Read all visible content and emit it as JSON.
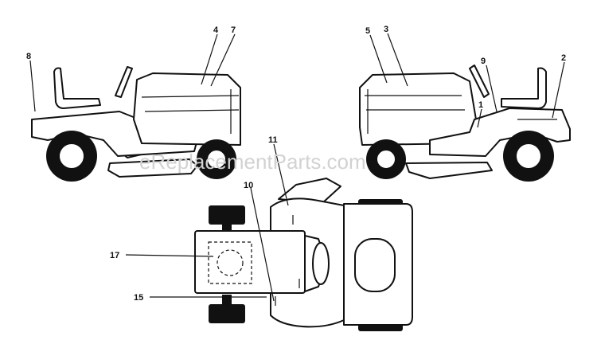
{
  "watermark": "eReplacementParts.com",
  "callouts": [
    {
      "id": "c8",
      "text": "8"
    },
    {
      "id": "c4",
      "text": "4"
    },
    {
      "id": "c7",
      "text": "7"
    },
    {
      "id": "c5",
      "text": "5"
    },
    {
      "id": "c3",
      "text": "3"
    },
    {
      "id": "c9",
      "text": "9"
    },
    {
      "id": "c2",
      "text": "2"
    },
    {
      "id": "c1",
      "text": "1"
    },
    {
      "id": "c11",
      "text": "11"
    },
    {
      "id": "c10",
      "text": "10"
    },
    {
      "id": "c17",
      "text": "17"
    },
    {
      "id": "c15",
      "text": "15"
    }
  ]
}
